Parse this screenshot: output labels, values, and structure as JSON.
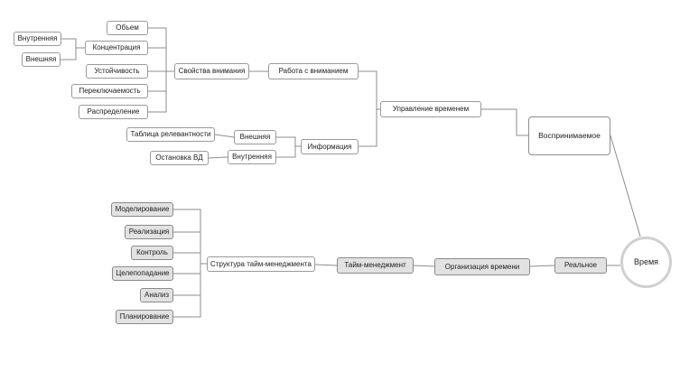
{
  "nodes": {
    "root": "Время",
    "perceived": "Воспринимаемое",
    "time_management": "Управление временем",
    "attention_work": "Работа с вниманием",
    "attention_props": "Свойства внимания",
    "volume": "Объем",
    "concentration": "Концентрация",
    "internal_left": "Внутренняя",
    "external_left": "Внешняя",
    "stability": "Устойчивость",
    "switching": "Переключаемость",
    "distribution": "Распределение",
    "information": "Информация",
    "external_info": "Внешняя",
    "internal_info": "Внутренняя",
    "relevance_table": "Таблица релевантности",
    "stop_vd": "Остановка ВД",
    "real": "Реальное",
    "time_org": "Организация времени",
    "tm": "Тайм-менеджмент",
    "tm_structure": "Структура тайм-менеджмента",
    "modeling": "Моделирование",
    "realization": "Реализация",
    "control": "Контроль",
    "targeting": "Целепопадание",
    "analysis": "Анализ",
    "planning": "Планирование"
  }
}
